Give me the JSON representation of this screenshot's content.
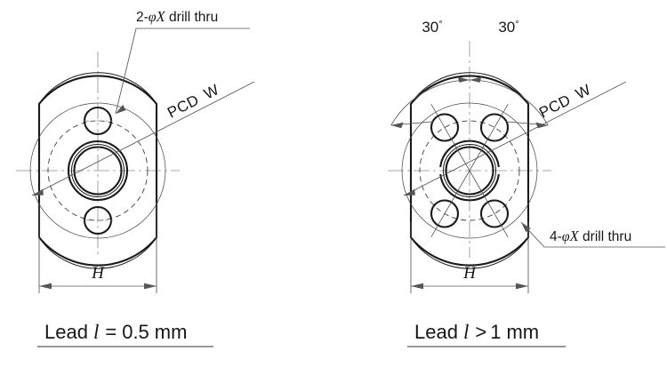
{
  "figure": {
    "type": "engineering-drawing",
    "description": "Two flange end-view drawings showing bolt hole patterns for ball screw nut flanges",
    "background_color": "#ffffff",
    "line_color": "#1a1a1a"
  },
  "left_view": {
    "name": "two-hole-flange",
    "hole_callout": {
      "prefix": "2-",
      "phi": "φ",
      "size_symbol": "X",
      "suffix": " drill thru",
      "full_text": "2-φX drill thru"
    },
    "pcd_label": "PCD",
    "pcd_value": "W",
    "width_dim_label": "H",
    "hole_count": 2,
    "hole_angles_deg": [
      90,
      270
    ],
    "caption": {
      "lead_word": "Lead",
      "symbol": "l",
      "relation": "=",
      "value": "0.5",
      "unit": "mm",
      "full_text": "Lead l = 0.5 mm"
    }
  },
  "right_view": {
    "name": "four-hole-flange",
    "hole_callout": {
      "prefix": "4-",
      "phi": "φ",
      "size_symbol": "X",
      "suffix": " drill thru",
      "full_text": "4-φX drill thru"
    },
    "pcd_label": "PCD",
    "pcd_value": "W",
    "width_dim_label": "H",
    "hole_count": 4,
    "hole_angles_deg": [
      60,
      120,
      240,
      300
    ],
    "angle_dim_left": {
      "value": "30",
      "unit": "°",
      "full_text": "30°"
    },
    "angle_dim_right": {
      "value": "30",
      "unit": "°",
      "full_text": "30°"
    },
    "caption": {
      "lead_word": "Lead",
      "symbol": "l",
      "relation": ">",
      "value": "1",
      "unit": "mm",
      "full_text": "Lead l > 1 mm"
    }
  }
}
